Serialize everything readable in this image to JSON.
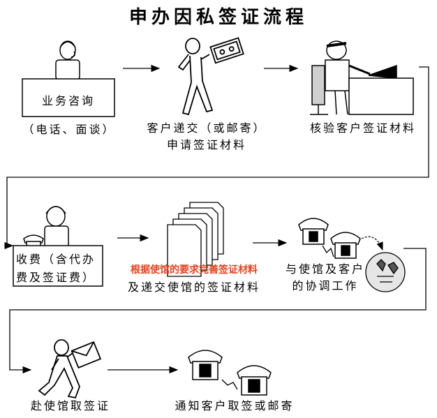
{
  "title": "申办因私签证流程",
  "steps": {
    "s1": {
      "box": "业务咨询",
      "sub": "（电话、面谈）"
    },
    "s2": {
      "line1": "客户递交（或邮寄）",
      "line2": "申请签证材料"
    },
    "s3": {
      "line1": "核验客户签证材料"
    },
    "s4": {
      "box_line1": "收费（含代办",
      "box_line2": "费及签证费）"
    },
    "s5": {
      "line1": "根据使馆的要求完善签证材料",
      "line2": "及递交使馆的签证材料"
    },
    "s6": {
      "line1": "与使馆及客户",
      "line2": "的协调工作"
    },
    "s7": {
      "line1": "赴使馆取签证"
    },
    "s8": {
      "line1": "通知客户取签或邮寄"
    }
  },
  "colors": {
    "highlight": "#e8401c",
    "line": "#000000",
    "fill": "#ffffff",
    "shade": "#cfcfcf"
  }
}
